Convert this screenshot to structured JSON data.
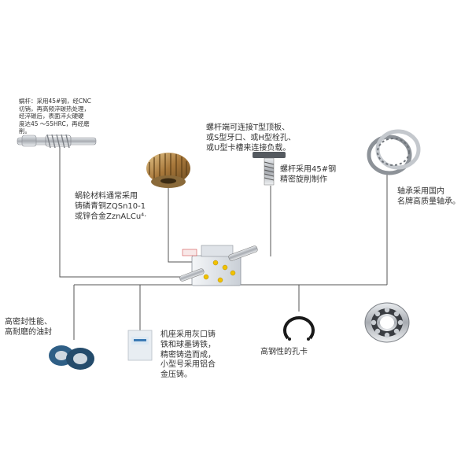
{
  "callouts": {
    "worm_shaft": "蜗杆：采用45#钢，经CNC\n切销，再高频淬碳热处理，\n经淬碳后，表面淬火硬硬\n度达45 ～55HRC，再经磨\n削。",
    "worm_wheel": "蜗轮材料通常采用\n铸磷青铜ZQSn10-1\n或锌合金ZznALCu⁴·",
    "screw_end": "螺杆端可连接T型顶板、\n或S型牙口、或H型栓孔、\n或U型卡槽来连接负载。",
    "screw_material": "螺杆采用45#钢\n精密旋削制作",
    "bearing_source": "轴承采用国内\n名牌高质量轴承。",
    "oil_seal": "高密封性能、\n高耐磨的油封",
    "housing": "机座采用灰口铸\n铁和球墨铸铁，\n精密铸造而成，\n小型号采用铝合\n金压铸。",
    "circlip": "高钢性的孔卡"
  },
  "palette": {
    "line": "#555555",
    "steel": "#b8bcc2",
    "dark_steel": "#6b6f75",
    "bronze": "#b58a4a",
    "seal_blue": "#2f5f86",
    "black": "#1a1a1a",
    "yellow": "#f2c200"
  },
  "icons": [
    "worm-shaft-icon",
    "worm-wheel-icon",
    "screw-bolt-icon",
    "thrust-bearing-icon",
    "screw-jack-assembly-icon",
    "oil-seal-icon",
    "housing-box-icon",
    "circlip-icon",
    "ball-bearing-icon"
  ]
}
